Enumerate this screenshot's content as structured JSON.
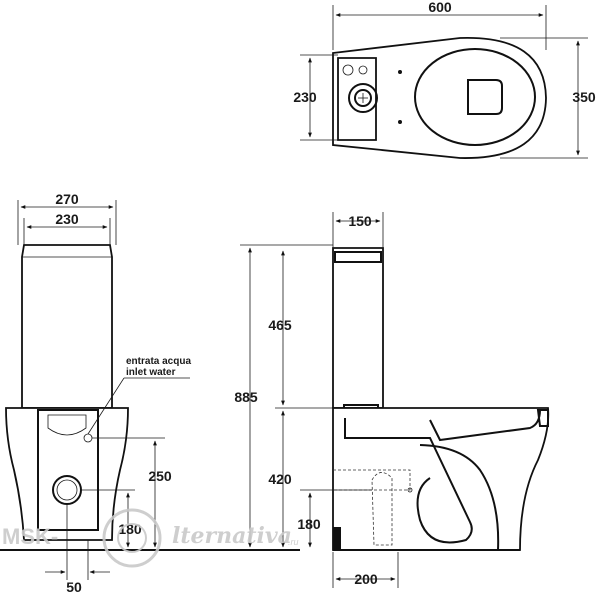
{
  "top_view": {
    "width_label": "600",
    "depth_label": "350",
    "tank_depth_label": "230"
  },
  "front_view": {
    "outer_width_label": "270",
    "tank_width_label": "230",
    "inlet_label_it": "entrata acqua",
    "inlet_label_en": "inlet water",
    "outlet_height_label": "250",
    "floor_height_label": "180",
    "offset_label": "50"
  },
  "side_view": {
    "tank_depth_label": "150",
    "tank_height_label": "465",
    "total_height_label": "885",
    "seat_height_label": "420",
    "outlet_height_label": "180",
    "outlet_distance_label": "200"
  },
  "watermark": {
    "left_text": "MSK-",
    "right_text": "lternativa",
    "suffix": ".ru"
  },
  "colors": {
    "line": "#111111",
    "watermark": "#c9c9c9",
    "background": "#ffffff"
  }
}
